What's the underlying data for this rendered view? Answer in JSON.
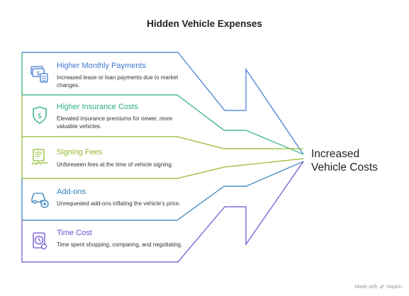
{
  "title": "Hidden Vehicle Expenses",
  "result": {
    "line1": "Increased",
    "line2": "Vehicle Costs"
  },
  "items": [
    {
      "title": "Higher Monthly Payments",
      "description": "Increased lease or loan payments due to market changes.",
      "color": "#3f78d4",
      "icon": "money-calculator-icon"
    },
    {
      "title": "Higher Insurance Costs",
      "description": "Elevated insurance premiums for newer, more valuable vehicles.",
      "color": "#27b07a",
      "icon": "shield-dollar-icon"
    },
    {
      "title": "Signing Fees",
      "description": "Unforeseen fees at the time of vehicle signing.",
      "color": "#8fba2c",
      "icon": "signing-contract-icon"
    },
    {
      "title": "Add-ons",
      "description": "Unrequested add-ons inflating the vehicle's price.",
      "color": "#2e7fb8",
      "icon": "car-addon-icon"
    },
    {
      "title": "Time Cost",
      "description": "Time spent shopping, comparing, and negotiating.",
      "color": "#6b4fd0",
      "icon": "clock-document-icon"
    }
  ],
  "footer": {
    "made_with": "Made with",
    "brand": "Napkin"
  }
}
